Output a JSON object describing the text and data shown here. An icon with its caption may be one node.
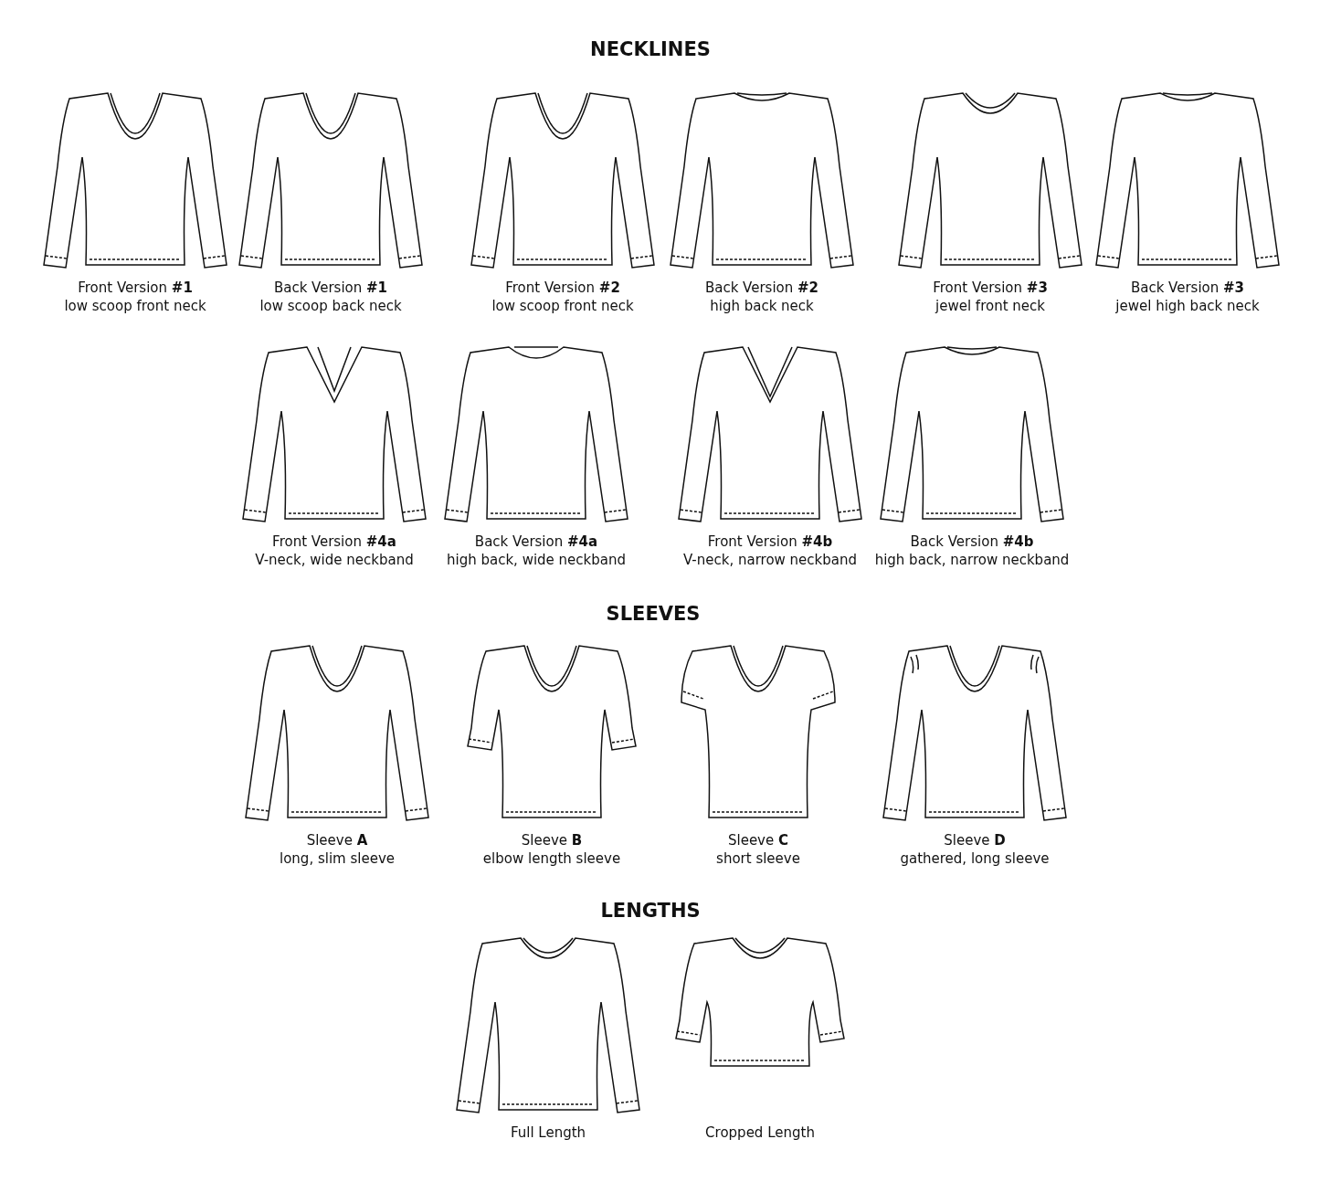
{
  "diagram": {
    "labels": [
      "NECKLINES",
      "Front Version **#1**",
      "low scoop front neck",
      "Back Version **#1**",
      "low scoop back neck",
      "Front Version **#2**",
      "low scoop front neck",
      "Back Version **#2**",
      "high back neck",
      "Front Version **#3**",
      "jewel front neck",
      "Back Version **#3**",
      "jewel high back neck",
      "Front Version **#4a**",
      "V-neck, wide neckband",
      "Back Version **#4a**",
      "high back, wide neckband",
      "Front Version **#4b**",
      "V-neck, narrow neckband",
      "Back Version **#4b**",
      "high back, narrow neckband",
      "SLEEVES",
      "Sleeve **A**",
      "long, slim sleeve",
      "Sleeve **B**",
      "elbow length sleeve",
      "Sleeve **C**",
      "short sleeve",
      "Sleeve **D**",
      "gathered, long sleeve",
      "LENGTHS",
      "Full Length",
      "Cropped Length"
    ]
  }
}
